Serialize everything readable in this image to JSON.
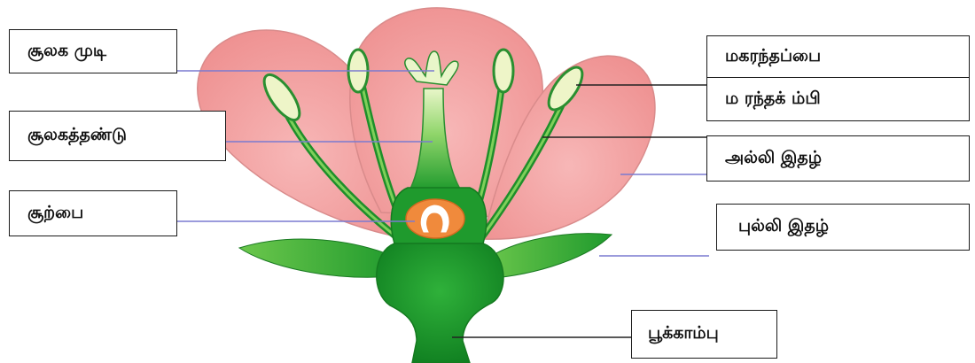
{
  "labels": {
    "stigma": "சூலக முடி",
    "style": "சூலகத்தண்டு",
    "ovary": "சூற்பை",
    "anther": "மகரந்தப்பை",
    "filament": "ம  ரந்தக்  ம்பி",
    "petal": "அல்லி இதழ்",
    "sepal": "புல்லி இதழ்",
    "pedicel": "பூக்காம்பு"
  },
  "colors": {
    "petal": "#f3a5a5",
    "petal_edge": "#d98b8b",
    "green": "#1e9a2e",
    "green_light": "#7fcf5a",
    "ovule": "#f08a3c",
    "anther": "#eef5c8",
    "pointer_blue": "#7a7ad0",
    "pointer_dark": "#222222"
  }
}
